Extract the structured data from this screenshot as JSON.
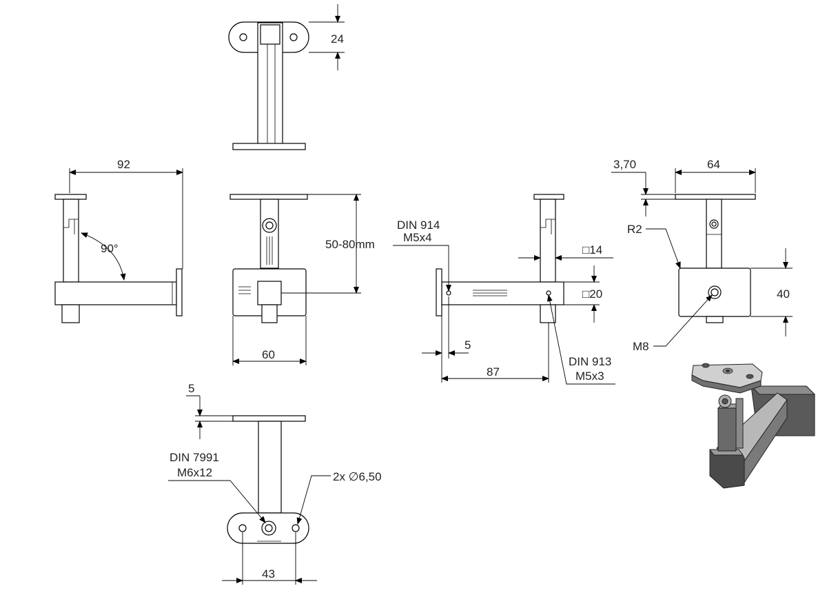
{
  "dimensions": {
    "top_plate_thickness": "24",
    "overall_depth": "92",
    "angle": "90°",
    "height_range": "50-80mm",
    "base_width": "60",
    "din914_line1": "DIN 914",
    "din914_line2": "M5x4",
    "square_tube": "□14",
    "square_bar": "□20",
    "offset": "5",
    "length": "87",
    "din913_line1": "DIN 913",
    "din913_line2": "M5x3",
    "plate_thickness": "3,70",
    "plate_length": "64",
    "radius": "R2",
    "block_height": "40",
    "thread": "M8",
    "plate_offset": "5",
    "din7991_line1": "DIN 7991",
    "din7991_line2": "M6x12",
    "holes": "2x ∅6,50",
    "hole_spacing": "43"
  },
  "colors": {
    "line": "#000000",
    "background": "#ffffff",
    "iso_dark": "#5a5a5a",
    "iso_mid": "#8c8c8c",
    "iso_light": "#c8c8c8"
  }
}
